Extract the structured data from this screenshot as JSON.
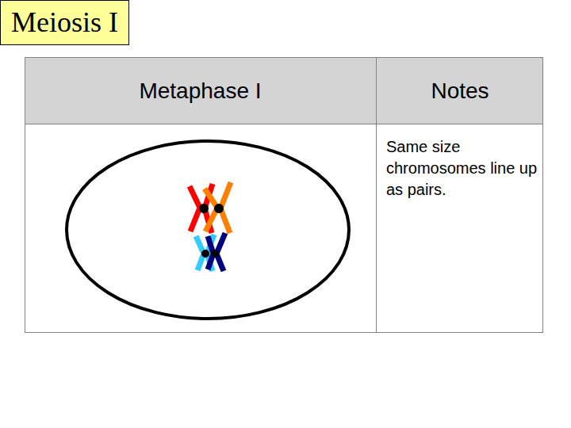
{
  "diagram": {
    "nodes": [
      {
        "text": [
          "Meiosis I"
        ]
      }
    ],
    "labels": [
      "Metaphase I",
      "Notes",
      "Same size chromosomes line up as pairs."
    ]
  }
}
